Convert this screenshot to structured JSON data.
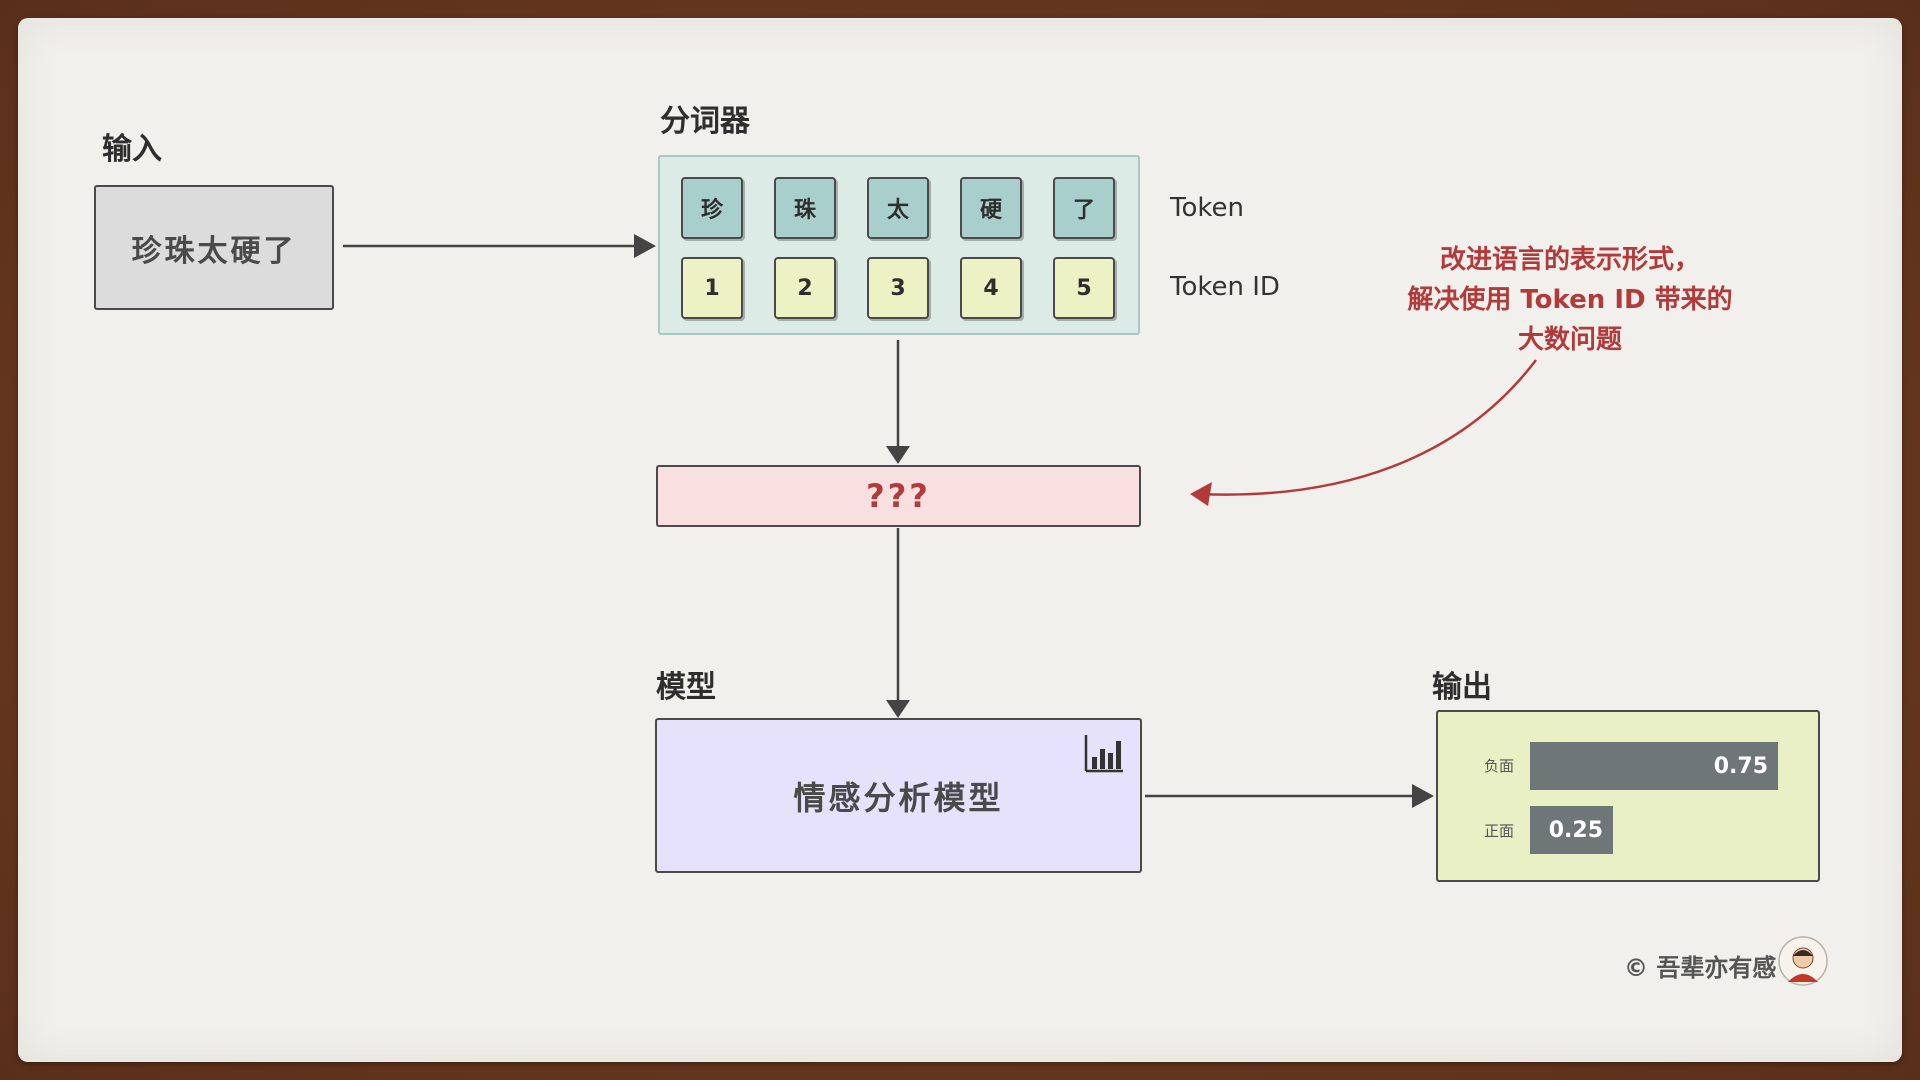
{
  "labels": {
    "input": "输入",
    "tokenizer": "分词器",
    "model": "模型",
    "output": "输出"
  },
  "input_text": "珍珠太硬了",
  "tokens": [
    "珍",
    "珠",
    "太",
    "硬",
    "了"
  ],
  "token_ids": [
    "1",
    "2",
    "3",
    "4",
    "5"
  ],
  "row_labels": {
    "token": "Token",
    "token_id": "Token ID"
  },
  "unknown_step": "???",
  "model_name": "情感分析模型",
  "annotation": [
    "改进语言的表示形式，",
    "解决使用 Token ID 带来的",
    "大数问题"
  ],
  "output_bars": [
    {
      "label": "负面",
      "value": 0.75,
      "value_text": "0.75"
    },
    {
      "label": "正面",
      "value": 0.25,
      "value_text": "0.25"
    }
  ],
  "copyright": "© 吾辈亦有感",
  "icons": {
    "model_icon": "bar-chart-icon",
    "avatar": "avatar-icon"
  },
  "colors": {
    "input_box": "#dcdcdc",
    "tokenizer_box": "#dcebe6",
    "token_cell": "#a9cfcd",
    "id_cell": "#edf2c4",
    "unknown_box": "#f8e0e0",
    "unknown_text": "#b33a3a",
    "model_box": "#e6e2fb",
    "output_box": "#eaf0c6",
    "annotation_text": "#b33a3a",
    "bar": "#6f7677"
  }
}
